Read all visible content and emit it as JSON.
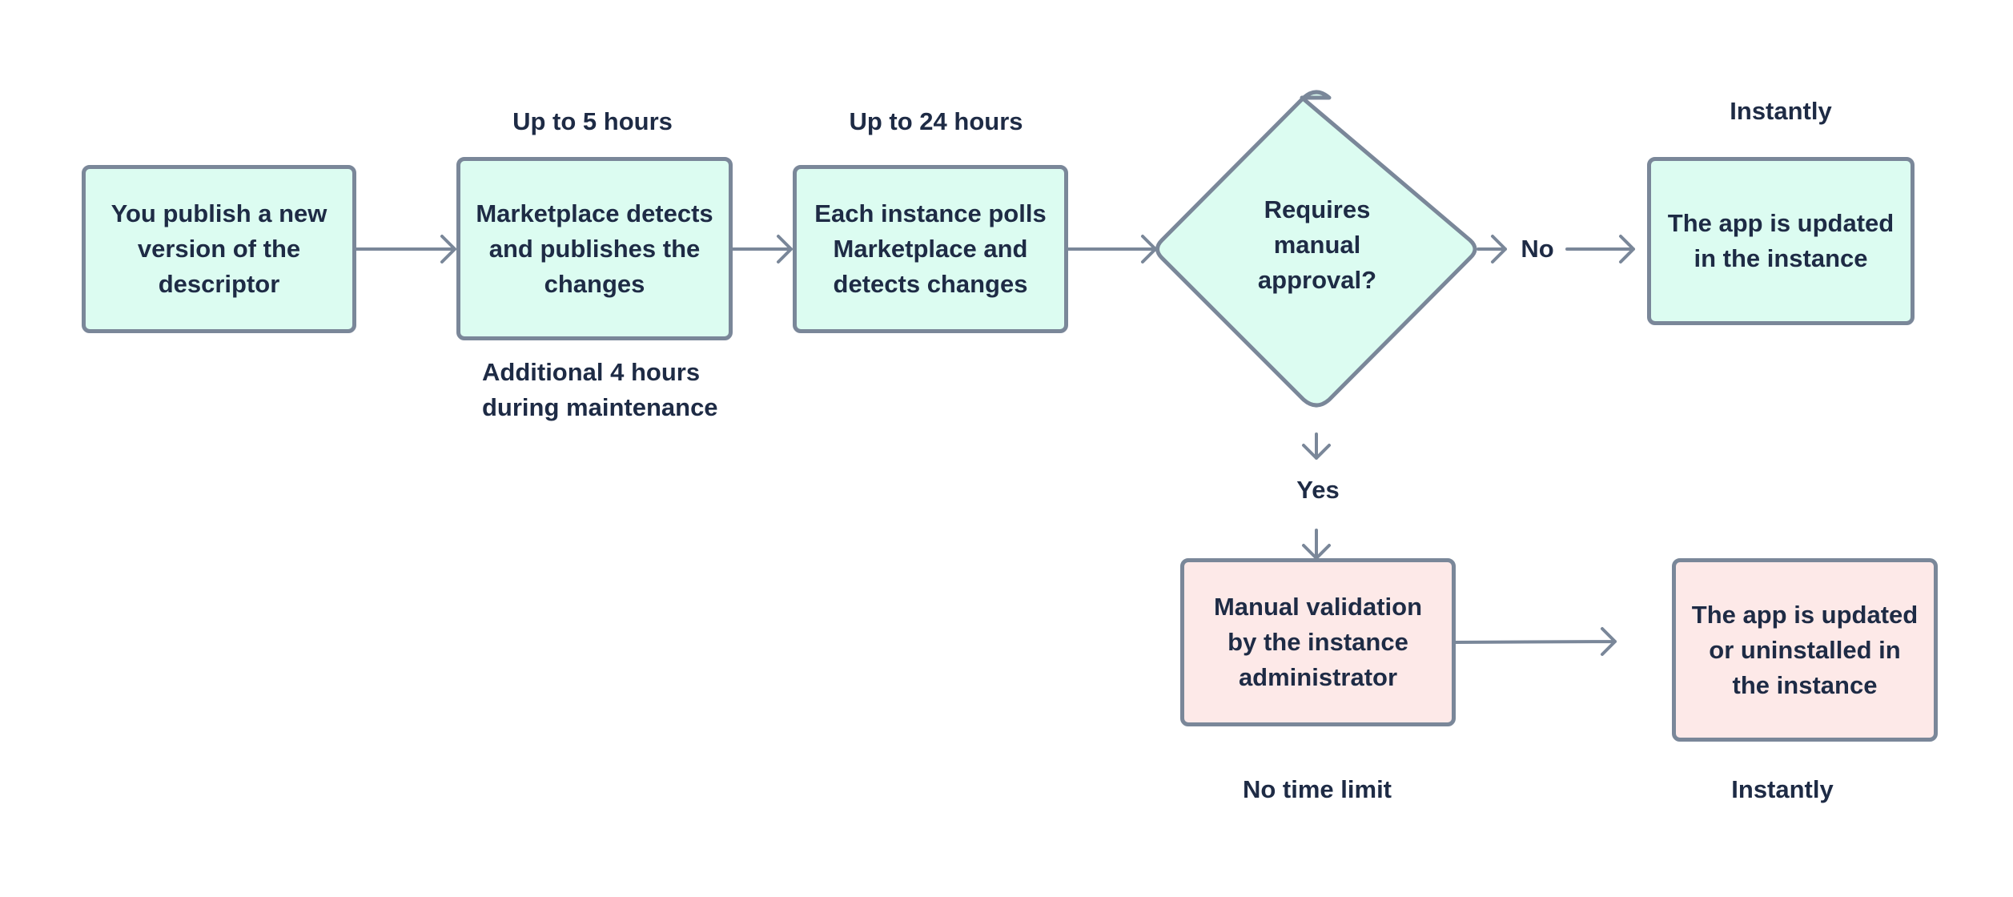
{
  "nodes": {
    "publish": "You publish a new version of the descriptor",
    "marketplace_detects": "Marketplace detects and publishes the changes",
    "instance_polls": "Each instance polls Marketplace and detects changes",
    "decision": "Requires manual approval?",
    "app_updated": "The app is updated in the instance",
    "manual_validation": "Manual validation by the instance administrator",
    "app_updated_or_uninstalled": "The app is updated or uninstalled in the instance"
  },
  "annotations": {
    "up_to_5_hours": "Up to 5 hours",
    "up_to_24_hours": "Up to 24 hours",
    "instantly_top": "Instantly",
    "additional_4_hours": "Additional 4 hours during maintenance",
    "no_time_limit": "No time limit",
    "instantly_bottom": "Instantly"
  },
  "edge_labels": {
    "no": "No",
    "yes": "Yes"
  },
  "colors": {
    "green_fill": "#dcfcf1",
    "pink_fill": "#fde9e8",
    "border": "#7a8799",
    "text": "#1e2b45"
  }
}
